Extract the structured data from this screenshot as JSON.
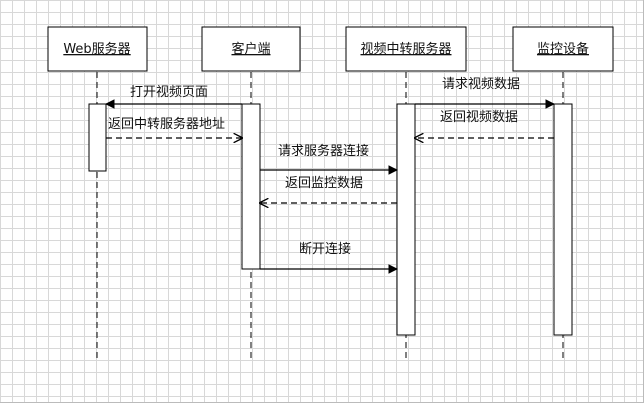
{
  "participants": [
    {
      "id": "web",
      "label": "Web服务器"
    },
    {
      "id": "client",
      "label": "客户端"
    },
    {
      "id": "relay",
      "label": "视频中转服务器"
    },
    {
      "id": "monitor",
      "label": "监控设备"
    }
  ],
  "messages": [
    {
      "label": "打开视频页面",
      "from": "client",
      "to": "web",
      "style": "solid"
    },
    {
      "label": "返回中转服务器地址",
      "from": "web",
      "to": "client",
      "style": "dashed"
    },
    {
      "label": "请求服务器连接",
      "from": "client",
      "to": "relay",
      "style": "solid"
    },
    {
      "label": "返回监控数据",
      "from": "relay",
      "to": "client",
      "style": "dashed"
    },
    {
      "label": "断开连接",
      "from": "client",
      "to": "relay",
      "style": "solid"
    },
    {
      "label": "请求视频数据",
      "from": "relay",
      "to": "monitor",
      "style": "solid"
    },
    {
      "label": "返回视频数据",
      "from": "monitor",
      "to": "relay",
      "style": "dashed"
    }
  ]
}
